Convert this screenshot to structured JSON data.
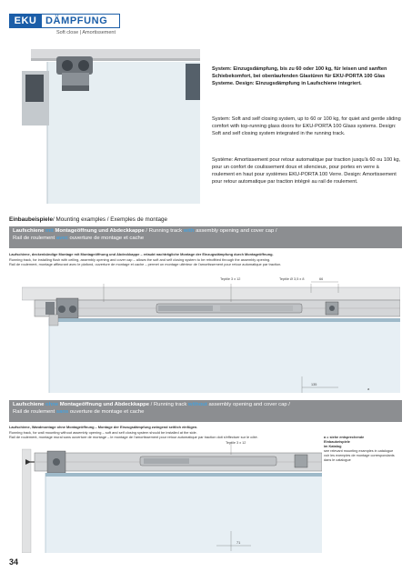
{
  "brand": {
    "logo": "EKU",
    "name": "DÄMPFUNG",
    "subtitle": "Soft close | Amortissement"
  },
  "intro_de": "System: Einzugsdämpfung, bis zu 60 oder 100 kg, für leisen und sanften Schiebekomfort, bei obenlaufenden Glastüren für EKU-PORTA 100 Glas Systeme. Design: Einzugsdämpfung in Laufschiene integriert.",
  "intro_en": "System: Soft and self closing system, up to 60 or 100 kg, for quiet and gentle sliding comfort with top-running glass doors for EKU-PORTA 100 Glass systems. Design: Soft and self closing system integrated in the running track.",
  "intro_fr": "Système: Amortissement pour retour automatique par traction jusqu'à 60 ou 100 kg, pour un confort de coulissement doux et silencieux, pour portes en verre à roulement en haut pour systèmes EKU-PORTA 100 Verre. Design: Amortissement pour retour automatique par traction intégré au rail de roulement.",
  "examples": {
    "title_bold": "Einbaubeispiele",
    "title_rest": "/ Mounting examples / Exemples de montage"
  },
  "section1": {
    "bar_p1": "Laufschiene ",
    "bar_acc1": "mit",
    "bar_p2": " Montageöffnung und Abdeckkappe",
    "bar_p3": " / Running track ",
    "bar_acc2": "with",
    "bar_p4": " assembly opening and cover cap /",
    "bar_p5": "Rail de roulement ",
    "bar_acc3": "avec",
    "bar_p6": " ouverture de montage et cache",
    "desc_bold": "Laufschiene, deckenbündige Montage mit Montageöffnung und Abdeckkappe – erlaubt nachträgliche Montage der Einzugsdämpfung durch Montageöffnung.",
    "desc_en": "Running track, for installing flush with ceiling, assembly opening and cover cap – allows the soft and self closing system to be retrofitted through the assembly opening.",
    "desc_fr": "Rail de roulement, montage affleurant avec le plafond, ouverture de montage et cache – permet un montage ultérieur de l'amortissement pour retour automatique par traction."
  },
  "section2": {
    "bar_p1": "Laufschiene ",
    "bar_acc1": "ohne",
    "bar_p2": " Montageöffnung und Abdeckkappe",
    "bar_p3": " / Running track ",
    "bar_acc2": "without",
    "bar_p4": " assembly opening and cover cap /",
    "bar_p5": "Rail de roulement ",
    "bar_acc3": "sans",
    "bar_p6": " ouverture de montage et cache",
    "desc_bold": "Laufschiene, Wandmontage ohne Montageöffnung – Montage der Einzugsdämpfung zwingend seitlich einfügen.",
    "desc_en": "Running track, for wall mounting without assembly opening – soft and self closing system should be installed at the side.",
    "desc_fr": "Rail de roulement, montage mural sans ouverture de montage – le montage de l'amortissement pour retour automatique par traction doit s'effectuer sur le côté."
  },
  "drawing1": {
    "label_left": "Teptile 3 x 12",
    "label_mid": "Teptile Ø 3,5 x 8",
    "label_right": "66",
    "dim_bottom": "135",
    "dim_corner": "a"
  },
  "drawing2": {
    "label_left": "Teptile 3 x 12",
    "dim_bottom": "71"
  },
  "legend": {
    "bold1": "a = siehe entsprechende",
    "bold2": "Einbaubeispiele",
    "bold3": "im Katalog",
    "line_en": "see relevant mounting examples in catalogue",
    "line_fr": "voir les exemples de montage correspondants dans le catalogue"
  },
  "page_number": "34",
  "colors": {
    "brand_blue": "#1b5ea8",
    "accent": "#4aa0d8",
    "bar_grey": "#8c8e91"
  }
}
